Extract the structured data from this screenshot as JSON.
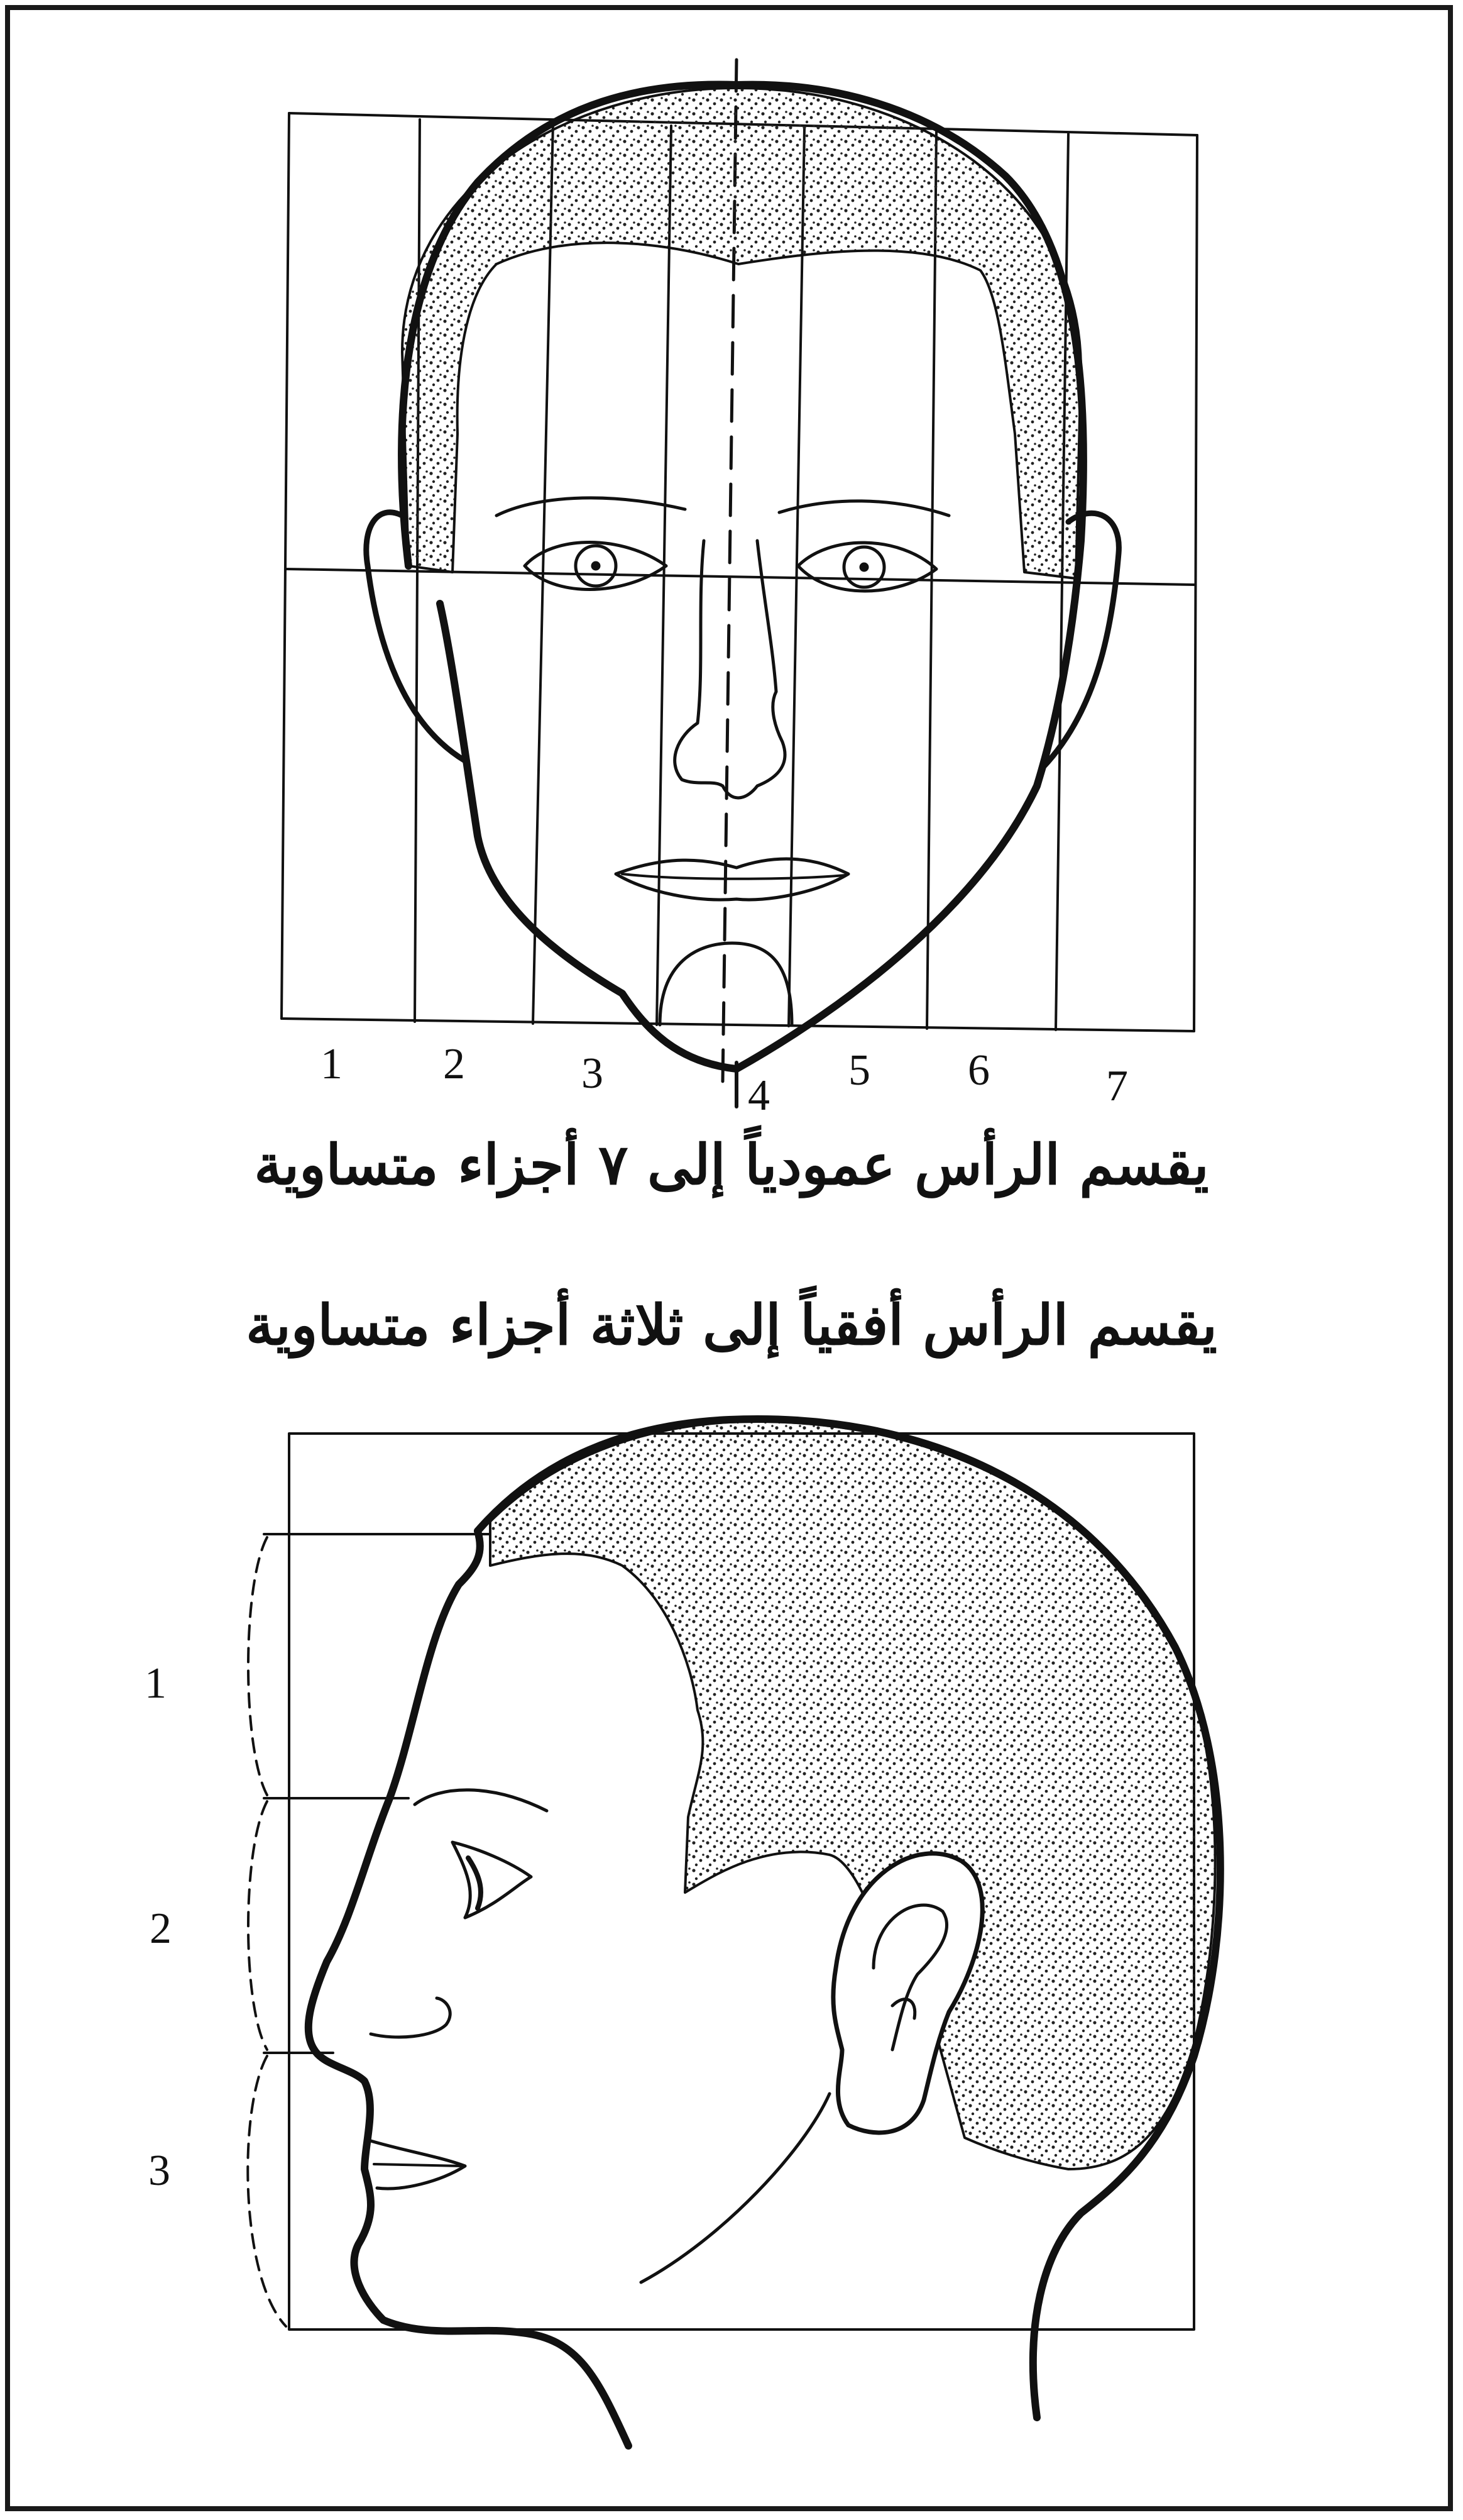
{
  "colors": {
    "ink": "#111111",
    "paper": "#ffffff",
    "stipple": "#222222"
  },
  "front_view": {
    "column_numbers": [
      "1",
      "2",
      "3",
      "4",
      "5",
      "6",
      "7"
    ]
  },
  "side_view": {
    "row_numbers": [
      "1",
      "2",
      "3"
    ]
  },
  "captions": {
    "vertical": "يقسم الرأس عمودياً إلى ٧ أجزاء متساوية",
    "horizontal": "يقسم الرأس أفقياً إلى ثلاثة أجزاء متساوية"
  }
}
